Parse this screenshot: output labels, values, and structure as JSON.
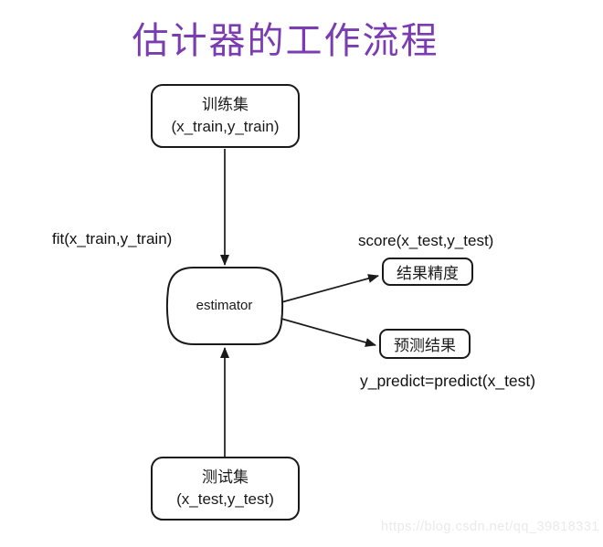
{
  "title": {
    "text": "估计器的工作流程"
  },
  "nodes": {
    "train": {
      "line1": "训练集",
      "line2": "(x_train,y_train)"
    },
    "test": {
      "line1": "测试集",
      "line2": "(x_test,y_test)"
    },
    "estimator": {
      "label": "estimator"
    },
    "accuracy": {
      "label": "结果精度"
    },
    "prediction": {
      "label": "预测结果"
    }
  },
  "edge_labels": {
    "fit": "fit(x_train,y_train)",
    "score": "score(x_test,y_test)",
    "predict": "y_predict=predict(x_test)"
  },
  "watermark": {
    "text": "https://blog.csdn.net/qq_39818331"
  },
  "colors": {
    "title": "#7a3cb0",
    "stroke": "#1a1a1a",
    "watermark": "#eaeaea"
  }
}
